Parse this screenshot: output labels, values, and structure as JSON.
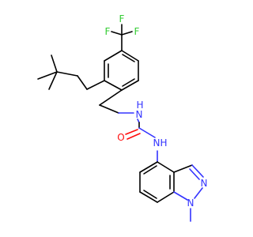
{
  "diagram": {
    "type": "chemical-structure",
    "atom_colors": {
      "carbon": "#000000",
      "nitrogen": "#3333ff",
      "oxygen": "#ff0d0d",
      "fluorine": "#33cc33"
    },
    "labels": {
      "f_top_left": "F",
      "f_top": "F",
      "f_right": "F",
      "nh_upper": "H",
      "n_upper": "N",
      "oxygen": "O",
      "n_lower": "N",
      "nh_lower": "H",
      "n_ring_upper": "N",
      "n_ring_lower": "N"
    }
  }
}
